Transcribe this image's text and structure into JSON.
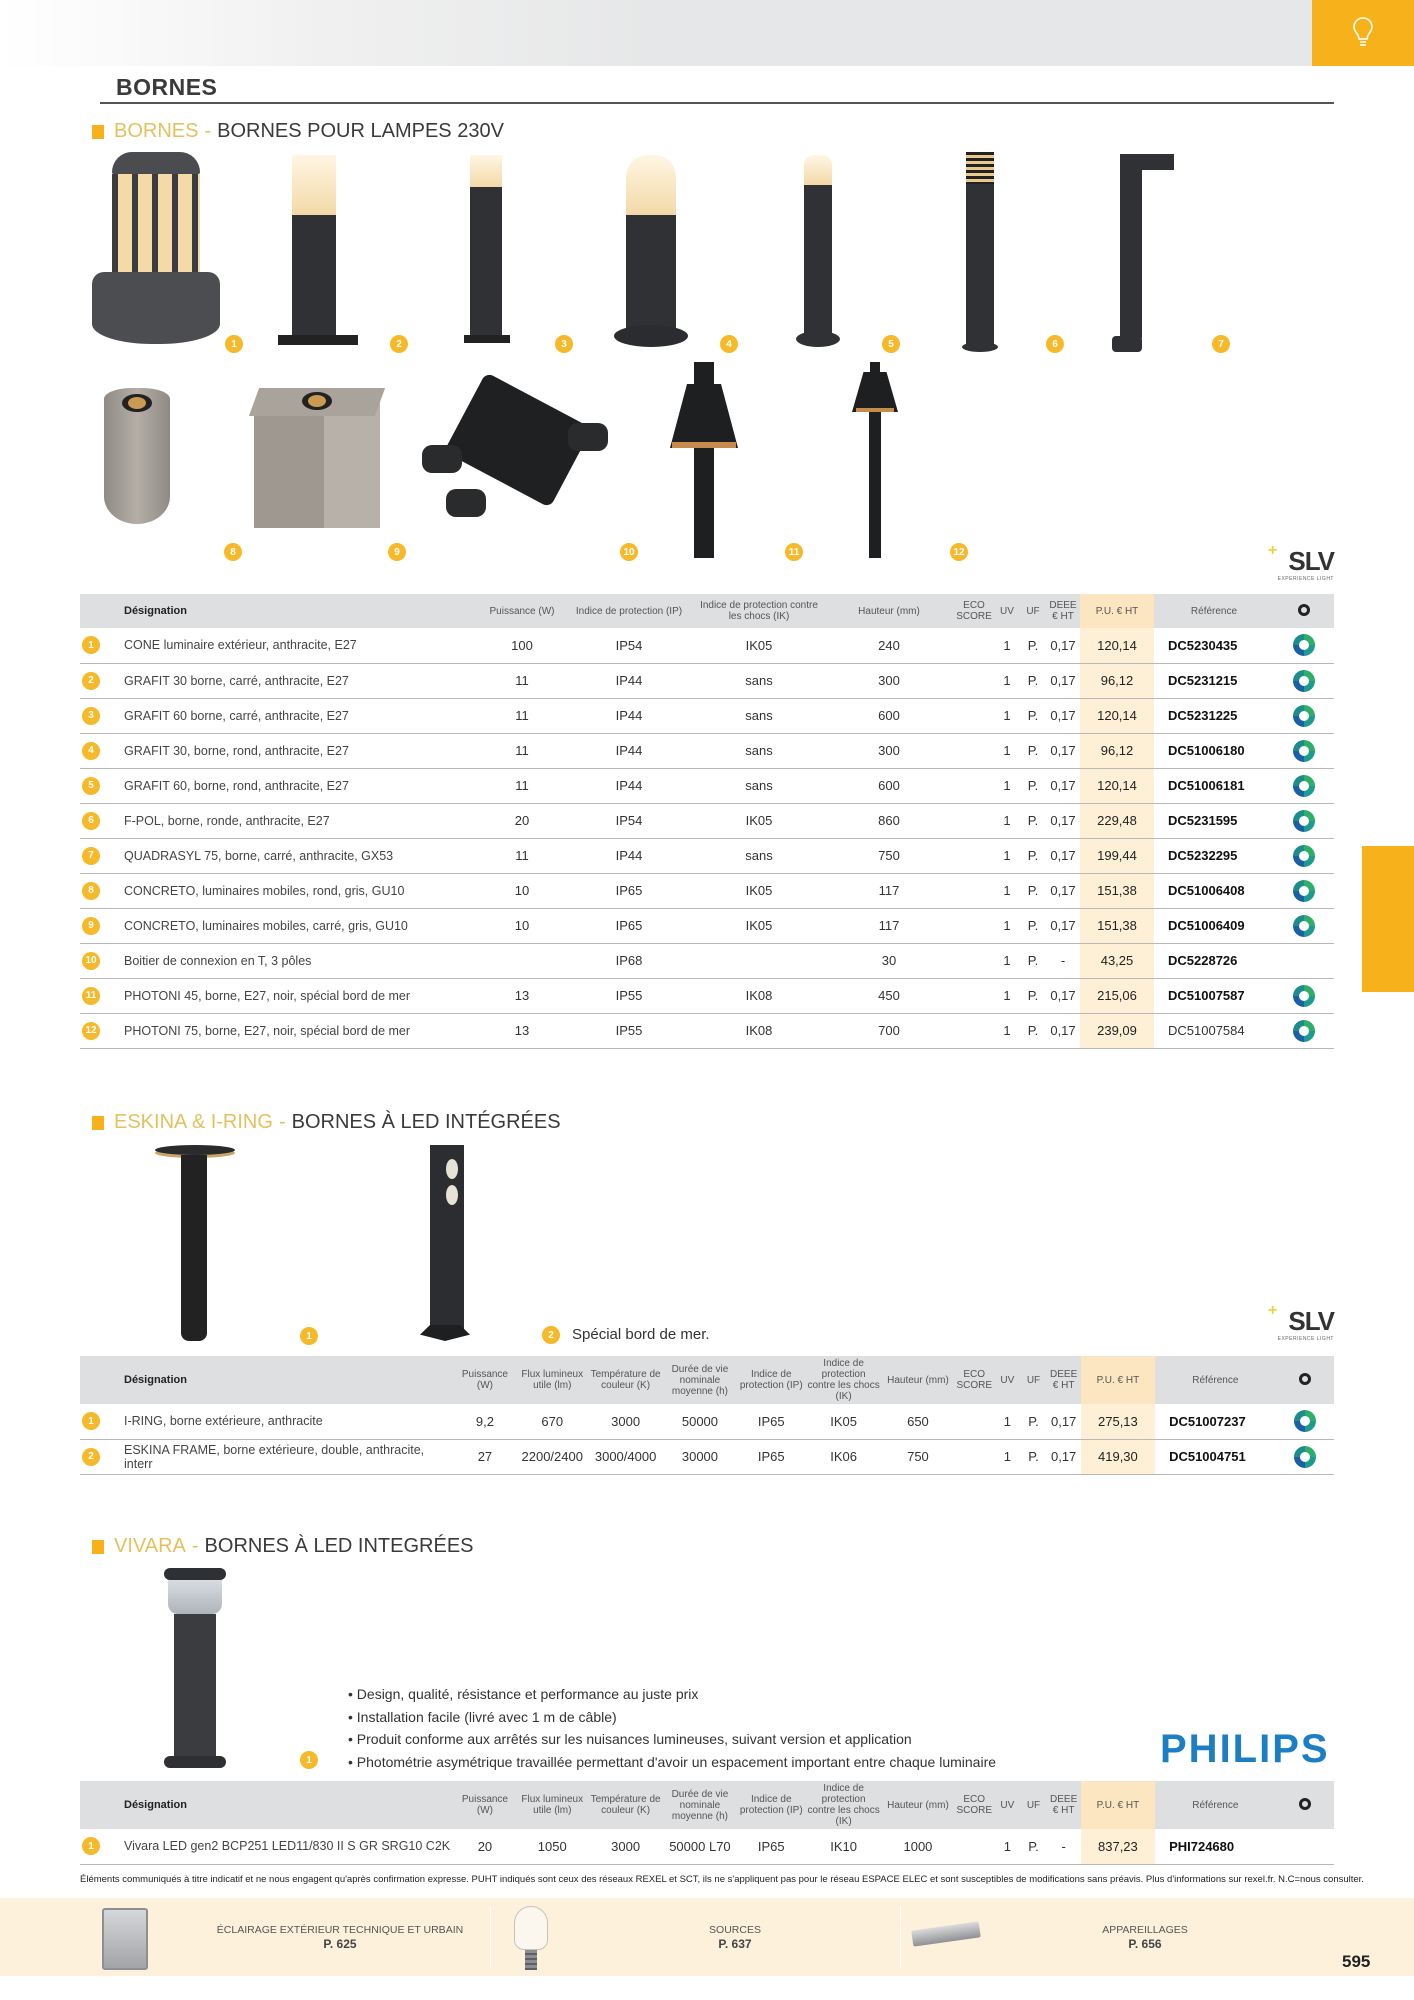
{
  "page": {
    "title": "BORNES",
    "page_number": "595",
    "top_tab_icon": "lightbulb-icon",
    "colors": {
      "accent": "#f7b21b",
      "brand_text": "#e3c15e",
      "price_bg": "#fdf0d6",
      "header_bg": "#dedfe0",
      "philips_blue": "#1c7fc4"
    }
  },
  "sections": [
    {
      "brand": "BORNES",
      "subtitle": "BORNES POUR LAMPES 230V",
      "logo": "SLV",
      "logo_tagline": "EXPERIENCE LIGHT",
      "product_badges": [
        "1",
        "2",
        "3",
        "4",
        "5",
        "6",
        "7",
        "8",
        "9",
        "10",
        "11",
        "12"
      ],
      "columns": [
        "Désignation",
        "Puissance (W)",
        "Indice de protection (IP)",
        "Indice de protection contre les chocs (IK)",
        "Hauteur (mm)",
        "ECO SCORE",
        "UV",
        "UF",
        "DEEE € HT",
        "P.U. € HT",
        "Référence",
        "eco-icon"
      ],
      "rows": [
        {
          "n": "1",
          "designation": "CONE luminaire extérieur, anthracite, E27",
          "puissance": "100",
          "ip": "IP54",
          "ik": "IK05",
          "hauteur": "240",
          "eco": "",
          "uv": "1",
          "uf": "P.",
          "deee": "0,17",
          "pu": "120,14",
          "ref": "DC5230435",
          "eco_icon": true
        },
        {
          "n": "2",
          "designation": "GRAFIT 30 borne, carré, anthracite, E27",
          "puissance": "11",
          "ip": "IP44",
          "ik": "sans",
          "hauteur": "300",
          "eco": "",
          "uv": "1",
          "uf": "P.",
          "deee": "0,17",
          "pu": "96,12",
          "ref": "DC5231215",
          "eco_icon": true
        },
        {
          "n": "3",
          "designation": "GRAFIT 60 borne, carré, anthracite, E27",
          "puissance": "11",
          "ip": "IP44",
          "ik": "sans",
          "hauteur": "600",
          "eco": "",
          "uv": "1",
          "uf": "P.",
          "deee": "0,17",
          "pu": "120,14",
          "ref": "DC5231225",
          "eco_icon": true
        },
        {
          "n": "4",
          "designation": "GRAFIT 30, borne, rond, anthracite, E27",
          "puissance": "11",
          "ip": "IP44",
          "ik": "sans",
          "hauteur": "300",
          "eco": "",
          "uv": "1",
          "uf": "P.",
          "deee": "0,17",
          "pu": "96,12",
          "ref": "DC51006180",
          "eco_icon": true
        },
        {
          "n": "5",
          "designation": "GRAFIT 60, borne, rond, anthracite, E27",
          "puissance": "11",
          "ip": "IP44",
          "ik": "sans",
          "hauteur": "600",
          "eco": "",
          "uv": "1",
          "uf": "P.",
          "deee": "0,17",
          "pu": "120,14",
          "ref": "DC51006181",
          "eco_icon": true
        },
        {
          "n": "6",
          "designation": "F-POL, borne, ronde, anthracite, E27",
          "puissance": "20",
          "ip": "IP54",
          "ik": "IK05",
          "hauteur": "860",
          "eco": "",
          "uv": "1",
          "uf": "P.",
          "deee": "0,17",
          "pu": "229,48",
          "ref": "DC5231595",
          "eco_icon": true
        },
        {
          "n": "7",
          "designation": "QUADRASYL 75, borne, carré, anthracite, GX53",
          "puissance": "11",
          "ip": "IP44",
          "ik": "sans",
          "hauteur": "750",
          "eco": "",
          "uv": "1",
          "uf": "P.",
          "deee": "0,17",
          "pu": "199,44",
          "ref": "DC5232295",
          "eco_icon": true
        },
        {
          "n": "8",
          "designation": "CONCRETO, luminaires mobiles, rond, gris, GU10",
          "puissance": "10",
          "ip": "IP65",
          "ik": "IK05",
          "hauteur": "117",
          "eco": "",
          "uv": "1",
          "uf": "P.",
          "deee": "0,17",
          "pu": "151,38",
          "ref": "DC51006408",
          "eco_icon": true
        },
        {
          "n": "9",
          "designation": "CONCRETO, luminaires mobiles, carré, gris, GU10",
          "puissance": "10",
          "ip": "IP65",
          "ik": "IK05",
          "hauteur": "117",
          "eco": "",
          "uv": "1",
          "uf": "P.",
          "deee": "0,17",
          "pu": "151,38",
          "ref": "DC51006409",
          "eco_icon": true
        },
        {
          "n": "10",
          "designation": "Boitier de connexion en T, 3 pôles",
          "puissance": "",
          "ip": "IP68",
          "ik": "",
          "hauteur": "30",
          "eco": "",
          "uv": "1",
          "uf": "P.",
          "deee": "-",
          "pu": "43,25",
          "ref": "DC5228726",
          "eco_icon": false
        },
        {
          "n": "11",
          "designation": "PHOTONI 45, borne, E27, noir, spécial bord de mer",
          "puissance": "13",
          "ip": "IP55",
          "ik": "IK08",
          "hauteur": "450",
          "eco": "",
          "uv": "1",
          "uf": "P.",
          "deee": "0,17",
          "pu": "215,06",
          "ref": "DC51007587",
          "eco_icon": true
        },
        {
          "n": "12",
          "designation": "PHOTONI 75, borne, E27, noir, spécial bord de mer",
          "puissance": "13",
          "ip": "IP55",
          "ik": "IK08",
          "hauteur": "700",
          "eco": "",
          "uv": "1",
          "uf": "P.",
          "deee": "0,17",
          "pu": "239,09",
          "ref": "DC51007584",
          "eco_icon": true
        }
      ]
    },
    {
      "brand": "ESKINA & I-RING",
      "subtitle": "BORNES À LED INTÉGRÉES",
      "logo": "SLV",
      "logo_tagline": "EXPERIENCE LIGHT",
      "note": "Spécial bord de mer.",
      "product_badges": [
        "1",
        "2"
      ],
      "columns": [
        "Désignation",
        "Puissance (W)",
        "Flux lumineux utile (lm)",
        "Température de couleur (K)",
        "Durée de vie nominale moyenne (h)",
        "Indice de protection (IP)",
        "Indice de protection contre les chocs (IK)",
        "Hauteur (mm)",
        "ECO SCORE",
        "UV",
        "UF",
        "DEEE € HT",
        "P.U. € HT",
        "Référence",
        "eco-icon"
      ],
      "rows": [
        {
          "n": "1",
          "designation": "I-RING, borne extérieure, anthracite",
          "puissance": "9,2",
          "flux": "670",
          "temp": "3000",
          "duree": "50000",
          "ip": "IP65",
          "ik": "IK05",
          "hauteur": "650",
          "eco": "",
          "uv": "1",
          "uf": "P.",
          "deee": "0,17",
          "pu": "275,13",
          "ref": "DC51007237",
          "eco_icon": true
        },
        {
          "n": "2",
          "designation": "ESKINA FRAME, borne extérieure, double, anthracite, interr",
          "puissance": "27",
          "flux": "2200/2400",
          "temp": "3000/4000",
          "duree": "30000",
          "ip": "IP65",
          "ik": "IK06",
          "hauteur": "750",
          "eco": "",
          "uv": "1",
          "uf": "P.",
          "deee": "0,17",
          "pu": "419,30",
          "ref": "DC51004751",
          "eco_icon": true
        }
      ]
    },
    {
      "brand": "VIVARA",
      "subtitle": "BORNES À LED INTEGRÉES",
      "logo": "PHILIPS",
      "product_badges": [
        "1"
      ],
      "bullets": [
        "Design, qualité, résistance et performance au juste prix",
        "Installation facile (livré avec 1 m de câble)",
        "Produit conforme aux arrêtés sur les nuisances lumineuses, suivant version et application",
        "Photométrie asymétrique travaillée permettant d'avoir un espacement important entre chaque luminaire"
      ],
      "columns": [
        "Désignation",
        "Puissance (W)",
        "Flux lumineux utile (lm)",
        "Température de couleur (K)",
        "Durée de vie nominale moyenne (h)",
        "Indice de protection (IP)",
        "Indice de protection contre les chocs (IK)",
        "Hauteur (mm)",
        "ECO SCORE",
        "UV",
        "UF",
        "DEEE € HT",
        "P.U. € HT",
        "Référence",
        "eco-icon"
      ],
      "rows": [
        {
          "n": "1",
          "designation": "Vivara LED gen2 BCP251 LED11/830 II S GR SRG10 C2K",
          "puissance": "20",
          "flux": "1050",
          "temp": "3000",
          "duree": "50000 L70",
          "ip": "IP65",
          "ik": "IK10",
          "hauteur": "1000",
          "eco": "",
          "uv": "1",
          "uf": "P.",
          "deee": "-",
          "pu": "837,23",
          "ref": "PHI724680",
          "eco_icon": false
        }
      ]
    }
  ],
  "disclaimer": "Éléments communiqués à titre indicatif et ne nous engagent qu'après confirmation expresse. PUHT indiqués sont ceux des réseaux REXEL et SCT, ils ne s'appliquent pas pour le réseau ESPACE ELEC et sont susceptibles de modifications sans préavis. Plus d'informations sur rexel.fr. N.C=nous consulter.",
  "footer": {
    "links": [
      {
        "label": "ÉCLAIRAGE EXTÉRIEUR TECHNIQUE ET URBAIN",
        "page": "P. 625",
        "icon": "floodlight-icon"
      },
      {
        "label": "SOURCES",
        "page": "P. 637",
        "icon": "bulb-icon"
      },
      {
        "label": "APPAREILLAGES",
        "page": "P. 656",
        "icon": "ballast-icon"
      }
    ]
  }
}
